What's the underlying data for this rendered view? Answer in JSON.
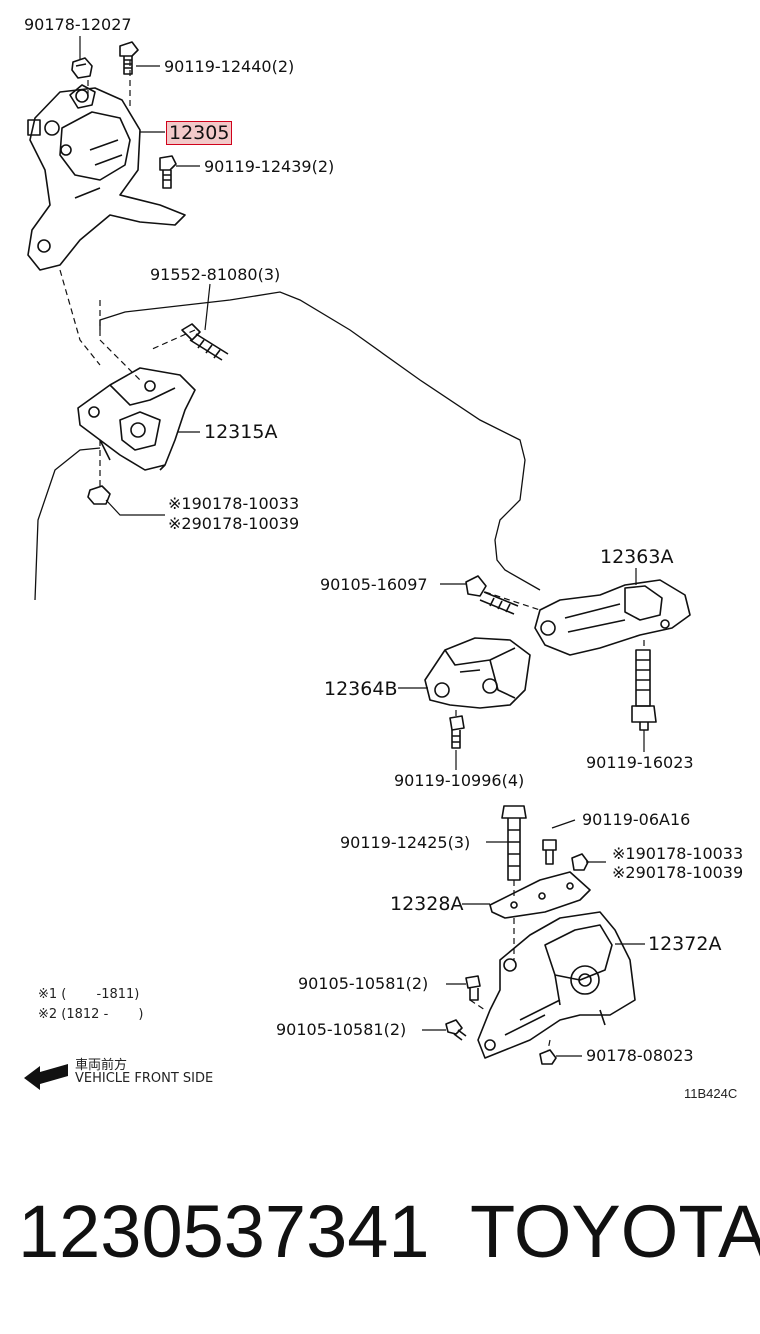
{
  "parts": {
    "p90178_12027": "90178-12027",
    "p90119_12440": "90119-12440(2)",
    "p12305": "12305",
    "p90119_12439": "90119-12439(2)",
    "p91552_81080": "91552-81080(3)",
    "p12315A": "12315A",
    "p90178_10033_a": "※190178-10033",
    "p90178_10039_a": "※290178-10039",
    "p90105_16097": "90105-16097",
    "p12363A": "12363A",
    "p12364B": "12364B",
    "p90119_10996": "90119-10996(4)",
    "p90119_16023": "90119-16023",
    "p90119_12425": "90119-12425(3)",
    "p90119_06A16": "90119-06A16",
    "p90178_10033_b": "※190178-10033",
    "p90178_10039_b": "※290178-10039",
    "p12328A": "12328A",
    "p12372A": "12372A",
    "p90105_10581_a": "90105-10581(2)",
    "p90105_10581_b": "90105-10581(2)",
    "p90178_08023": "90178-08023"
  },
  "notes": {
    "note1": "※1 (　　 -1811)",
    "note2": "※2 (1812 -　　 )",
    "front_jp": "車両前方",
    "front_en": "VEHICLE FRONT SIDE",
    "diagram_code": "11B424C"
  },
  "footer": {
    "part_number": "1230537341",
    "brand": "TOYOTA"
  },
  "highlight_color": "#d0021b"
}
